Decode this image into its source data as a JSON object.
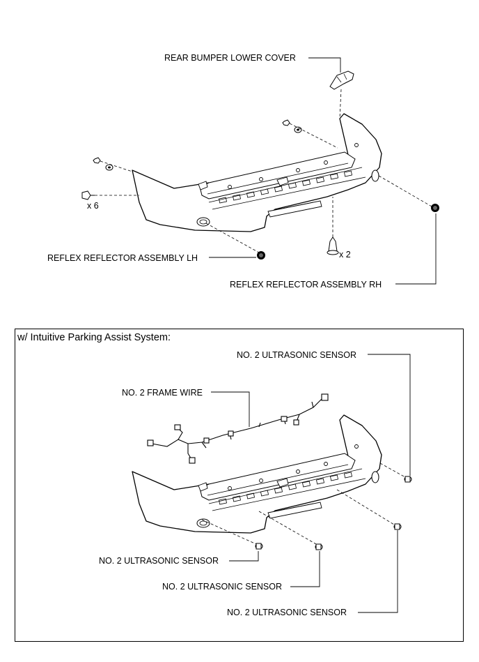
{
  "top": {
    "labels": {
      "rear_bumper_lower_cover": "REAR BUMPER LOWER COVER",
      "reflex_reflector_lh": "REFLEX REFLECTOR ASSEMBLY LH",
      "reflex_reflector_rh": "REFLEX REFLECTOR ASSEMBLY RH"
    },
    "quantities": {
      "clip_left": "x 6",
      "clip_bottom": "x 2"
    }
  },
  "inset": {
    "title": "w/ Intuitive Parking Assist System:",
    "labels": {
      "frame_wire": "NO. 2 FRAME WIRE",
      "sensor_top_right": "NO. 2 ULTRASONIC SENSOR",
      "sensor_bottom_1": "NO. 2 ULTRASONIC SENSOR",
      "sensor_bottom_2": "NO. 2 ULTRASONIC SENSOR",
      "sensor_bottom_3": "NO. 2 ULTRASONIC SENSOR"
    }
  }
}
